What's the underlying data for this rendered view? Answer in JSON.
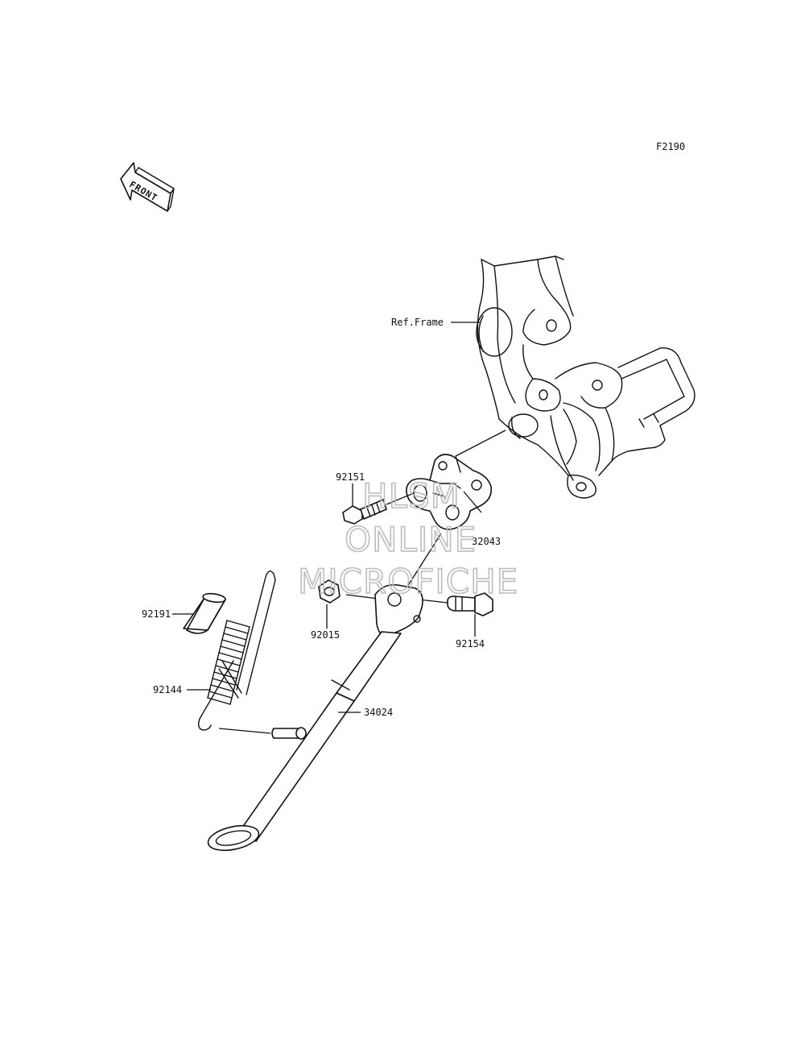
{
  "diagram": {
    "figure_code": "F2190",
    "front_arrow_text": "FRONT",
    "ref_frame_label": "Ref.Frame",
    "watermark": [
      "HLSM",
      "ONLINE",
      "MICROFICHE"
    ],
    "parts": [
      {
        "id": "92151",
        "label": "92151"
      },
      {
        "id": "32043",
        "label": "32043"
      },
      {
        "id": "92191",
        "label": "92191"
      },
      {
        "id": "92015",
        "label": "92015"
      },
      {
        "id": "92154",
        "label": "92154"
      },
      {
        "id": "92144",
        "label": "92144"
      },
      {
        "id": "34024",
        "label": "34024"
      }
    ]
  }
}
